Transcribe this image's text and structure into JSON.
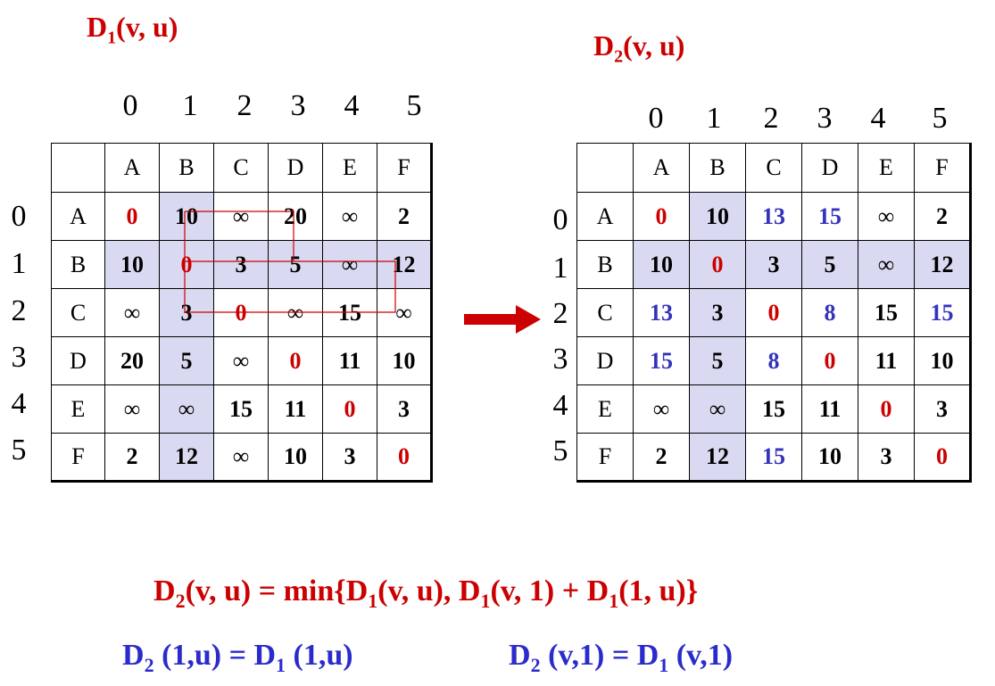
{
  "left_title": {
    "main": "D",
    "sub": "1",
    "rest": "(v, u)"
  },
  "right_title": {
    "main": "D",
    "sub": "2",
    "rest": "(v, u)"
  },
  "col_indices": [
    "0",
    "1",
    "2",
    "3",
    "4",
    "5"
  ],
  "row_indices": [
    "0",
    "1",
    "2",
    "3",
    "4",
    "5"
  ],
  "headers": [
    "A",
    "B",
    "C",
    "D",
    "E",
    "F"
  ],
  "d1": {
    "rows": [
      [
        "0",
        "10",
        "∞",
        "20",
        "∞",
        "2"
      ],
      [
        "10",
        "0",
        "3",
        "5",
        "∞",
        "12"
      ],
      [
        "∞",
        "3",
        "0",
        "∞",
        "15",
        "∞"
      ],
      [
        "20",
        "5",
        "∞",
        "0",
        "11",
        "10"
      ],
      [
        "∞",
        "∞",
        "15",
        "11",
        "0",
        "3"
      ],
      [
        "2",
        "12",
        "∞",
        "10",
        "3",
        "0"
      ]
    ]
  },
  "d2": {
    "rows": [
      [
        "0",
        "10",
        "13",
        "15",
        "∞",
        "2"
      ],
      [
        "10",
        "0",
        "3",
        "5",
        "∞",
        "12"
      ],
      [
        "13",
        "3",
        "0",
        "8",
        "15",
        "15"
      ],
      [
        "15",
        "5",
        "8",
        "0",
        "11",
        "10"
      ],
      [
        "∞",
        "∞",
        "15",
        "11",
        "0",
        "3"
      ],
      [
        "2",
        "12",
        "15",
        "10",
        "3",
        "0"
      ]
    ],
    "updated_cells": [
      [
        0,
        2
      ],
      [
        0,
        3
      ],
      [
        2,
        0
      ],
      [
        2,
        3
      ],
      [
        2,
        5
      ],
      [
        3,
        0
      ],
      [
        3,
        2
      ],
      [
        5,
        2
      ]
    ]
  },
  "highlight": {
    "shaded_row": 1,
    "shaded_col": 1
  },
  "colors": {
    "red": "#cc0000",
    "blue": "#3333bb",
    "shade": "#d9d9f2"
  },
  "equations": {
    "main": {
      "p1": "D",
      "s1": "2",
      "p2": "(v, u) = min{D",
      "s2": "1",
      "p3": "(v, u),  D",
      "s3": "1",
      "p4": "(v, 1) + D",
      "s4": "1",
      "p5": "(1, u)}"
    },
    "left": {
      "p1": "D",
      "s1": "2",
      "p2": " (1,u) = D",
      "s2": "1",
      "p3": " (1,u)"
    },
    "right": {
      "p1": "D",
      "s1": "2",
      "p2": " (v,1) = D",
      "s2": "1",
      "p3": " (v,1)"
    }
  }
}
